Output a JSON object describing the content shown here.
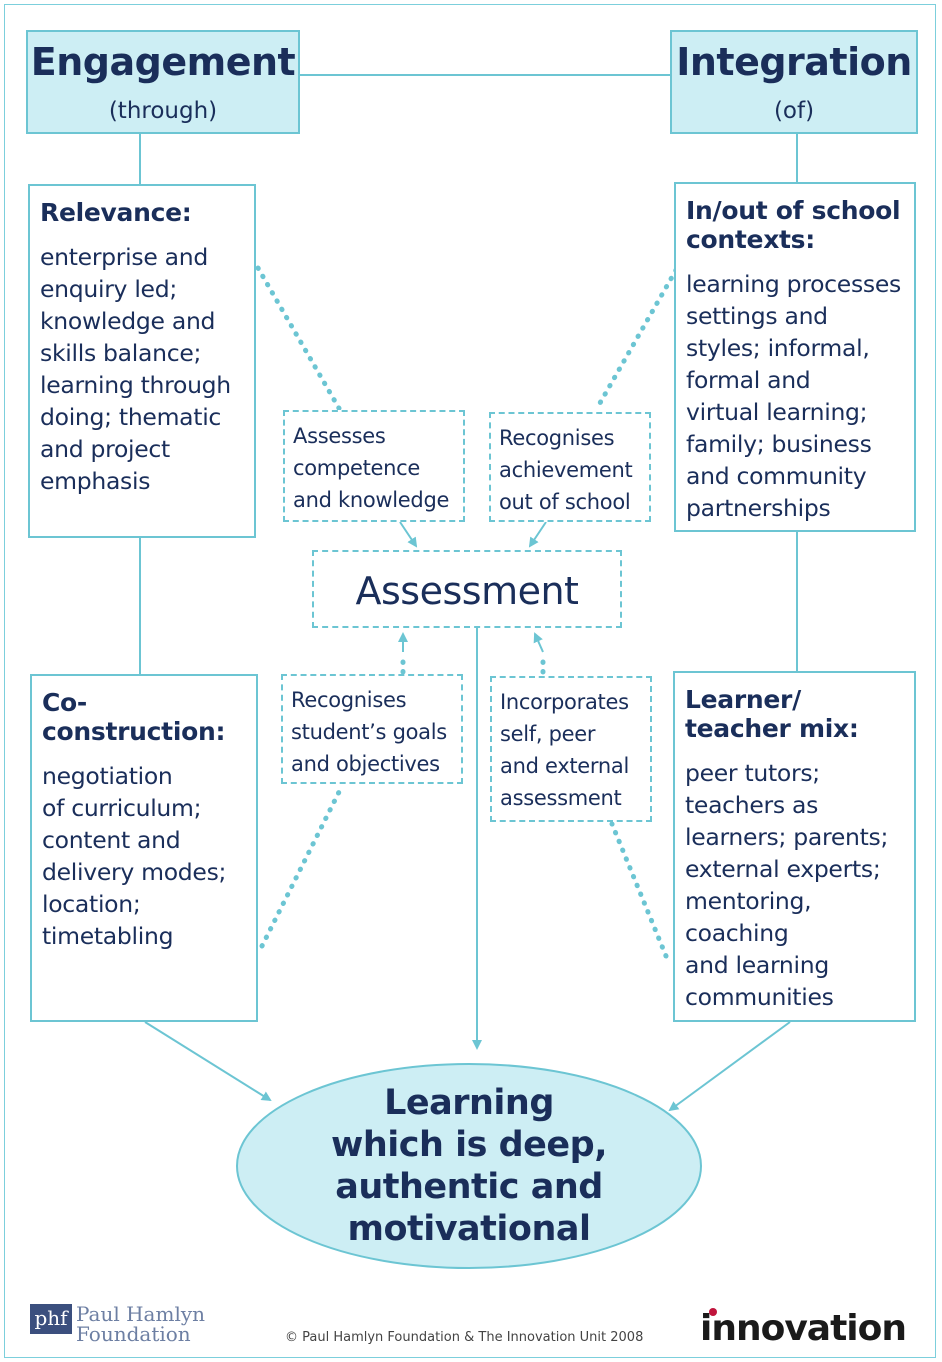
{
  "engagement": {
    "title": "Engagement",
    "subtitle": "(through)"
  },
  "integration": {
    "title": "Integration",
    "subtitle": "(of)"
  },
  "relevance": {
    "title": "Relevance:",
    "body": [
      "enterprise and",
      "enquiry led;",
      "knowledge and",
      "skills balance;",
      "learning through",
      "doing; thematic",
      "and project",
      "emphasis"
    ]
  },
  "contexts": {
    "title": [
      "In/out of school",
      "contexts:"
    ],
    "body": [
      "learning processes",
      "settings and",
      "styles; informal,",
      "formal and",
      "virtual learning;",
      "family; business",
      "and community",
      "partnerships"
    ]
  },
  "coconstruction": {
    "title": [
      "Co-",
      "construction:"
    ],
    "body": [
      "negotiation",
      "of curriculum;",
      "content and",
      "delivery modes;",
      "location;",
      "timetabling"
    ]
  },
  "learner_mix": {
    "title": [
      "Learner/",
      "teacher mix:"
    ],
    "body": [
      "peer tutors;",
      "teachers as",
      "learners; parents;",
      "external experts;",
      "mentoring,",
      "coaching",
      "and learning",
      "communities"
    ]
  },
  "assesses": [
    "Assesses",
    "competence",
    "and knowledge"
  ],
  "recognises_achievement": [
    "Recognises",
    "achievement",
    "out of school"
  ],
  "recognises_goals": [
    "Recognises",
    "student’s goals",
    "and objectives"
  ],
  "incorporates": [
    "Incorporates",
    "self, peer",
    "and external",
    "assessment"
  ],
  "assessment_label": "Assessment",
  "outcome": "Learning\nwhich is deep,\nauthentic and\nmotivational",
  "footer": {
    "phf_mark": "phf",
    "phf_name": "Paul Hamlyn\nFoundation",
    "copyright": "© Paul Hamlyn Foundation & The Innovation Unit 2008",
    "innovation": "innovation"
  },
  "colors": {
    "accent": "#6cc5d3",
    "fill": "#cdeef4",
    "text": "#1a2e5a"
  }
}
